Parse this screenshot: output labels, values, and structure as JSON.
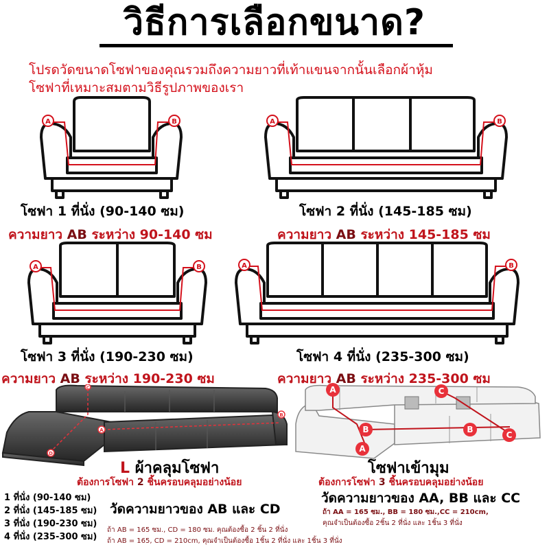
{
  "title": "วิธีการเลือกขนาด?",
  "intro": {
    "line1": "โปรดวัดขนาดโซฟาของคุณรวมถึงความยาวที่เท้าแขนจากนั้นเลือกผ้าหุ้ม",
    "line2": "โซฟาที่เหมาะสมตามวิธีรูปภาพของเรา"
  },
  "sofas": [
    {
      "caption": "โซฟา 1 ที่นั่ง (90-140 ซม)",
      "length_prefix": "ความยาว ",
      "length_ab": "AB",
      "length_suffix": " ระหว่าง 90-140 ซม"
    },
    {
      "caption": "โซฟา 2 ที่นั่ง (145-185 ซม)",
      "length_prefix": "ความยาว ",
      "length_ab": "AB",
      "length_suffix": " ระหว่าง 145-185 ซม"
    },
    {
      "caption": "โซฟา 3 ที่นั่ง (190-230 ซม)",
      "length_prefix": "ความยาว ",
      "length_ab": "AB",
      "length_suffix": " ระหว่าง 190-230 ซม"
    },
    {
      "caption": "โซฟา 4 ที่นั่ง (235-300 ซม)",
      "length_prefix": "ความยาว ",
      "length_ab": "AB",
      "length_suffix": " ระหว่าง 235-300 ซม"
    }
  ],
  "markers": {
    "a": "A",
    "b": "B",
    "c": "C",
    "d": "D"
  },
  "lshape": {
    "title_l": "L",
    "title": " ผ้าคลุมโซฟา",
    "need_prefix": "ต้องการโซฟา ",
    "need_num": "2",
    "need_suffix": " ชิ้นครอบคลุมอย่างน้อย",
    "measure": "วัดความยาวของ AB และ CD",
    "note1": "ถ้า AB = 165 ซม., CD = 180 ซม. คุณต้องซื้อ 2 ชิ้น 2 ที่นั่ง",
    "note2": "ถ้า AB = 165, CD = 210cm, คุณจำเป็นต้องซื้อ 1ชิ้น 2 ที่นั่ง และ 1ชิ้น 3 ที่นั่ง"
  },
  "corner": {
    "title": "โซฟาเข้ามุม",
    "need_prefix": "ต้องการโซฟา ",
    "need_num": "3",
    "need_suffix": " ชิ้นครอบคลุมอย่างน้อย",
    "measure": "วัดความยาวของ AA, BB และ CC",
    "note1": "ถ้า AA = 165 ซม., BB = 180 ซม.,CC = 210cm,",
    "note2": "คุณจำเป็นต้องซื้อ 2ชิ้น 2 ที่นั่ง และ 1ชิ้น 3 ที่นั่ง"
  },
  "size_list": [
    "1 ที่นั่ง (90-140 ซม)",
    "2 ที่นั่ง (145-185 ซม)",
    "3 ที่นั่ง (190-230 ซม)",
    "4 ที่นั่ง (235-300 ซม)"
  ],
  "colors": {
    "accent_red": "#d4101b",
    "dark_red": "#7a0e12",
    "marker_red": "#e8313a"
  }
}
